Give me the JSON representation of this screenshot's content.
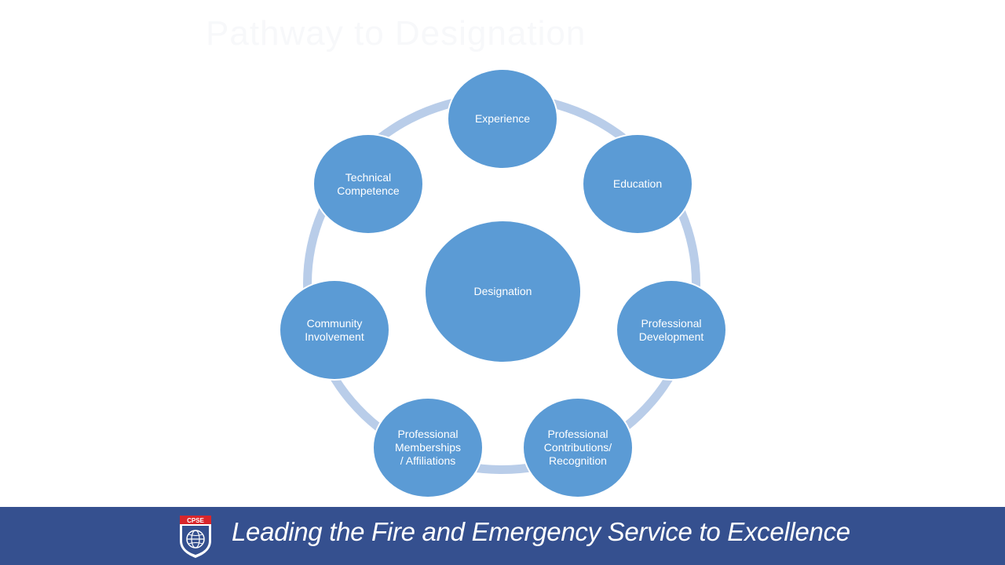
{
  "slide": {
    "title": "Pathway to Designation"
  },
  "diagram": {
    "center": {
      "label": "Designation"
    },
    "nodes": [
      {
        "label": "Experience"
      },
      {
        "label": "Education"
      },
      {
        "label": "Professional\nDevelopment"
      },
      {
        "label": "Professional\nContributions/\nRecognition"
      },
      {
        "label": "Professional\nMemberships\n/ Affiliations"
      },
      {
        "label": "Community\nInvolvement"
      },
      {
        "label": "Technical\nCompetence"
      }
    ]
  },
  "footer": {
    "logo_text": "CPSE",
    "tagline": "Leading the Fire and Emergency Service to Excellence"
  },
  "colors": {
    "node_fill": "#5b9bd5",
    "ring": "#b9cde9",
    "footer_band": "#35508f",
    "logo_red": "#d9262b"
  }
}
